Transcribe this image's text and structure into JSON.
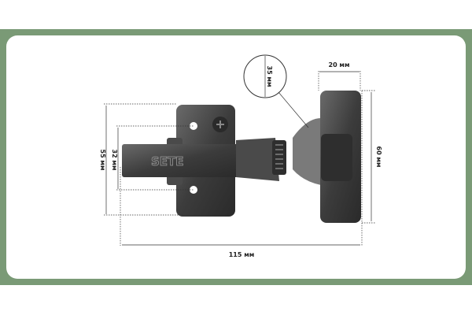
{
  "product": {
    "brand_mark": "SETE",
    "dimensions": {
      "cup_depth": "35 мм",
      "cup_offset": "20 мм",
      "plate_height": "55 мм",
      "hole_spacing": "32 мм",
      "door_part_height": "60 мм",
      "total_length": "115 мм"
    }
  },
  "colors": {
    "frame": "#7a9a76",
    "card": "#ffffff",
    "metal": "#4a4a4a"
  }
}
